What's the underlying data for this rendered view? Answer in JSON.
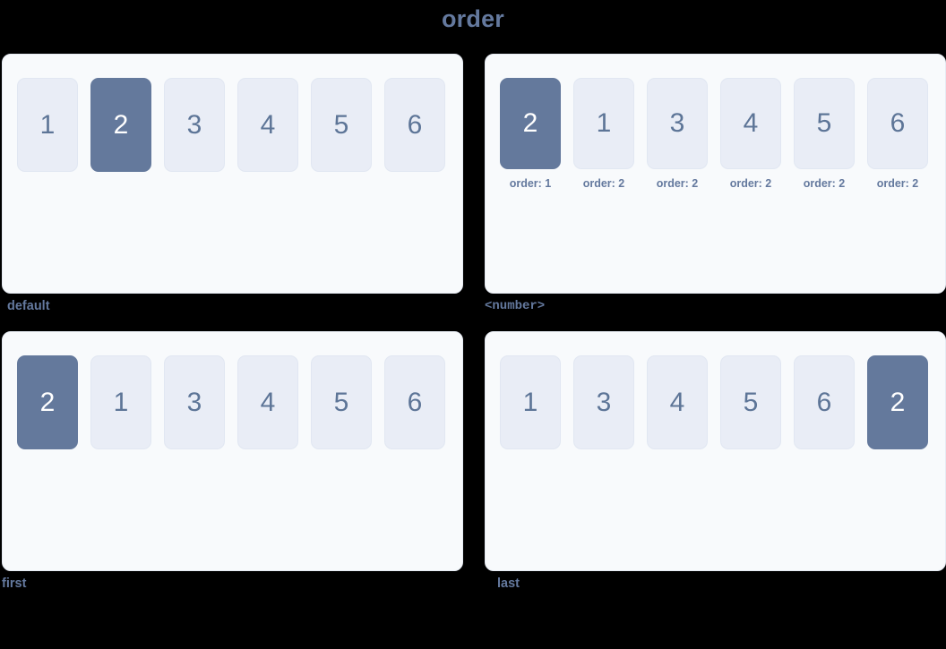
{
  "page": {
    "title": "order",
    "background_color": "#000000",
    "accent_color": "#64799e",
    "highlight_color": "#64799c",
    "item_bg_color": "#e9edf6",
    "panel_bg_color": "#f8fafc"
  },
  "panels": [
    {
      "key": "default",
      "label": "default",
      "label_is_mono": false,
      "has_captions": false,
      "items": [
        {
          "value": "1",
          "highlight": false,
          "caption": ""
        },
        {
          "value": "2",
          "highlight": true,
          "caption": ""
        },
        {
          "value": "3",
          "highlight": false,
          "caption": ""
        },
        {
          "value": "4",
          "highlight": false,
          "caption": ""
        },
        {
          "value": "5",
          "highlight": false,
          "caption": ""
        },
        {
          "value": "6",
          "highlight": false,
          "caption": ""
        }
      ]
    },
    {
      "key": "number",
      "label": "<number>",
      "label_is_mono": true,
      "has_captions": true,
      "items": [
        {
          "value": "2",
          "highlight": true,
          "caption": "order: 1"
        },
        {
          "value": "1",
          "highlight": false,
          "caption": "order: 2"
        },
        {
          "value": "3",
          "highlight": false,
          "caption": "order: 2"
        },
        {
          "value": "4",
          "highlight": false,
          "caption": "order: 2"
        },
        {
          "value": "5",
          "highlight": false,
          "caption": "order: 2"
        },
        {
          "value": "6",
          "highlight": false,
          "caption": "order: 2"
        }
      ]
    },
    {
      "key": "first",
      "label": "first",
      "label_is_mono": false,
      "has_captions": false,
      "items": [
        {
          "value": "2",
          "highlight": true,
          "caption": ""
        },
        {
          "value": "1",
          "highlight": false,
          "caption": ""
        },
        {
          "value": "3",
          "highlight": false,
          "caption": ""
        },
        {
          "value": "4",
          "highlight": false,
          "caption": ""
        },
        {
          "value": "5",
          "highlight": false,
          "caption": ""
        },
        {
          "value": "6",
          "highlight": false,
          "caption": ""
        }
      ]
    },
    {
      "key": "last",
      "label": "last",
      "label_is_mono": false,
      "has_captions": false,
      "items": [
        {
          "value": "1",
          "highlight": false,
          "caption": ""
        },
        {
          "value": "3",
          "highlight": false,
          "caption": ""
        },
        {
          "value": "4",
          "highlight": false,
          "caption": ""
        },
        {
          "value": "5",
          "highlight": false,
          "caption": ""
        },
        {
          "value": "6",
          "highlight": false,
          "caption": ""
        },
        {
          "value": "2",
          "highlight": true,
          "caption": ""
        }
      ]
    }
  ]
}
